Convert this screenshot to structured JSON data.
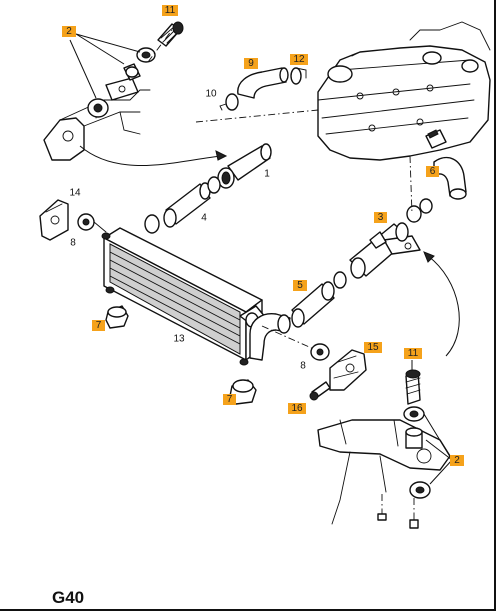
{
  "title": "G40",
  "callouts": [
    {
      "id": "c11a",
      "text": "11",
      "highlight": true
    },
    {
      "id": "c2a",
      "text": "2",
      "highlight": true
    },
    {
      "id": "c9",
      "text": "9",
      "highlight": true
    },
    {
      "id": "c12",
      "text": "12",
      "highlight": true
    },
    {
      "id": "c10",
      "text": "10",
      "highlight": false
    },
    {
      "id": "c1",
      "text": "1",
      "highlight": false
    },
    {
      "id": "c6",
      "text": "6",
      "highlight": true
    },
    {
      "id": "c14",
      "text": "14",
      "highlight": false
    },
    {
      "id": "c8a",
      "text": "8",
      "highlight": false
    },
    {
      "id": "c4",
      "text": "4",
      "highlight": false
    },
    {
      "id": "c3",
      "text": "3",
      "highlight": true
    },
    {
      "id": "c5",
      "text": "5",
      "highlight": true
    },
    {
      "id": "c7a",
      "text": "7",
      "highlight": true
    },
    {
      "id": "c13",
      "text": "13",
      "highlight": false
    },
    {
      "id": "c15",
      "text": "15",
      "highlight": true
    },
    {
      "id": "c8b",
      "text": "8",
      "highlight": false
    },
    {
      "id": "c7b",
      "text": "7",
      "highlight": true
    },
    {
      "id": "c16",
      "text": "16",
      "highlight": true
    },
    {
      "id": "c11b",
      "text": "11",
      "highlight": true
    },
    {
      "id": "c2b",
      "text": "2",
      "highlight": true
    }
  ],
  "colors": {
    "callout_fill": "#f5a21b",
    "line": "#111111",
    "background": "#ffffff"
  }
}
